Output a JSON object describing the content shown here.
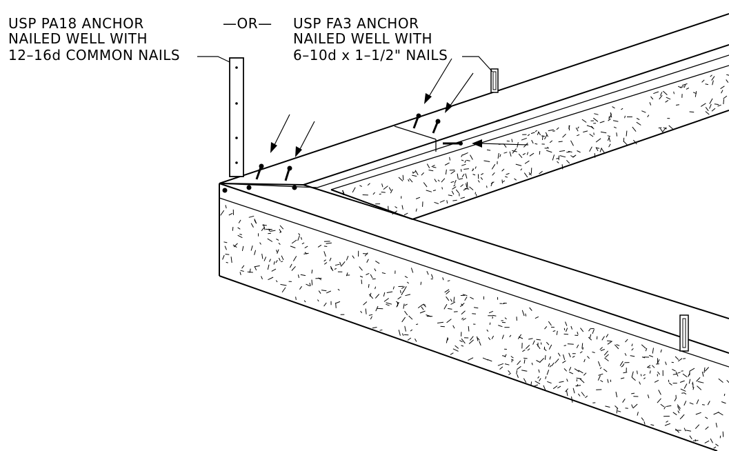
{
  "callouts": {
    "pa18": {
      "line1": "USP PA18 ANCHOR",
      "line2": "NAILED WELL WITH",
      "line3": "12–16d COMMON NAILS"
    },
    "or_label": "—OR—",
    "fa3": {
      "line1": "USP FA3 ANCHOR",
      "line2": "NAILED WELL WITH",
      "line3": "6–10d x 1–1/2\" NAILS"
    }
  },
  "colors": {
    "ink": "#000000",
    "paper": "#ffffff"
  }
}
